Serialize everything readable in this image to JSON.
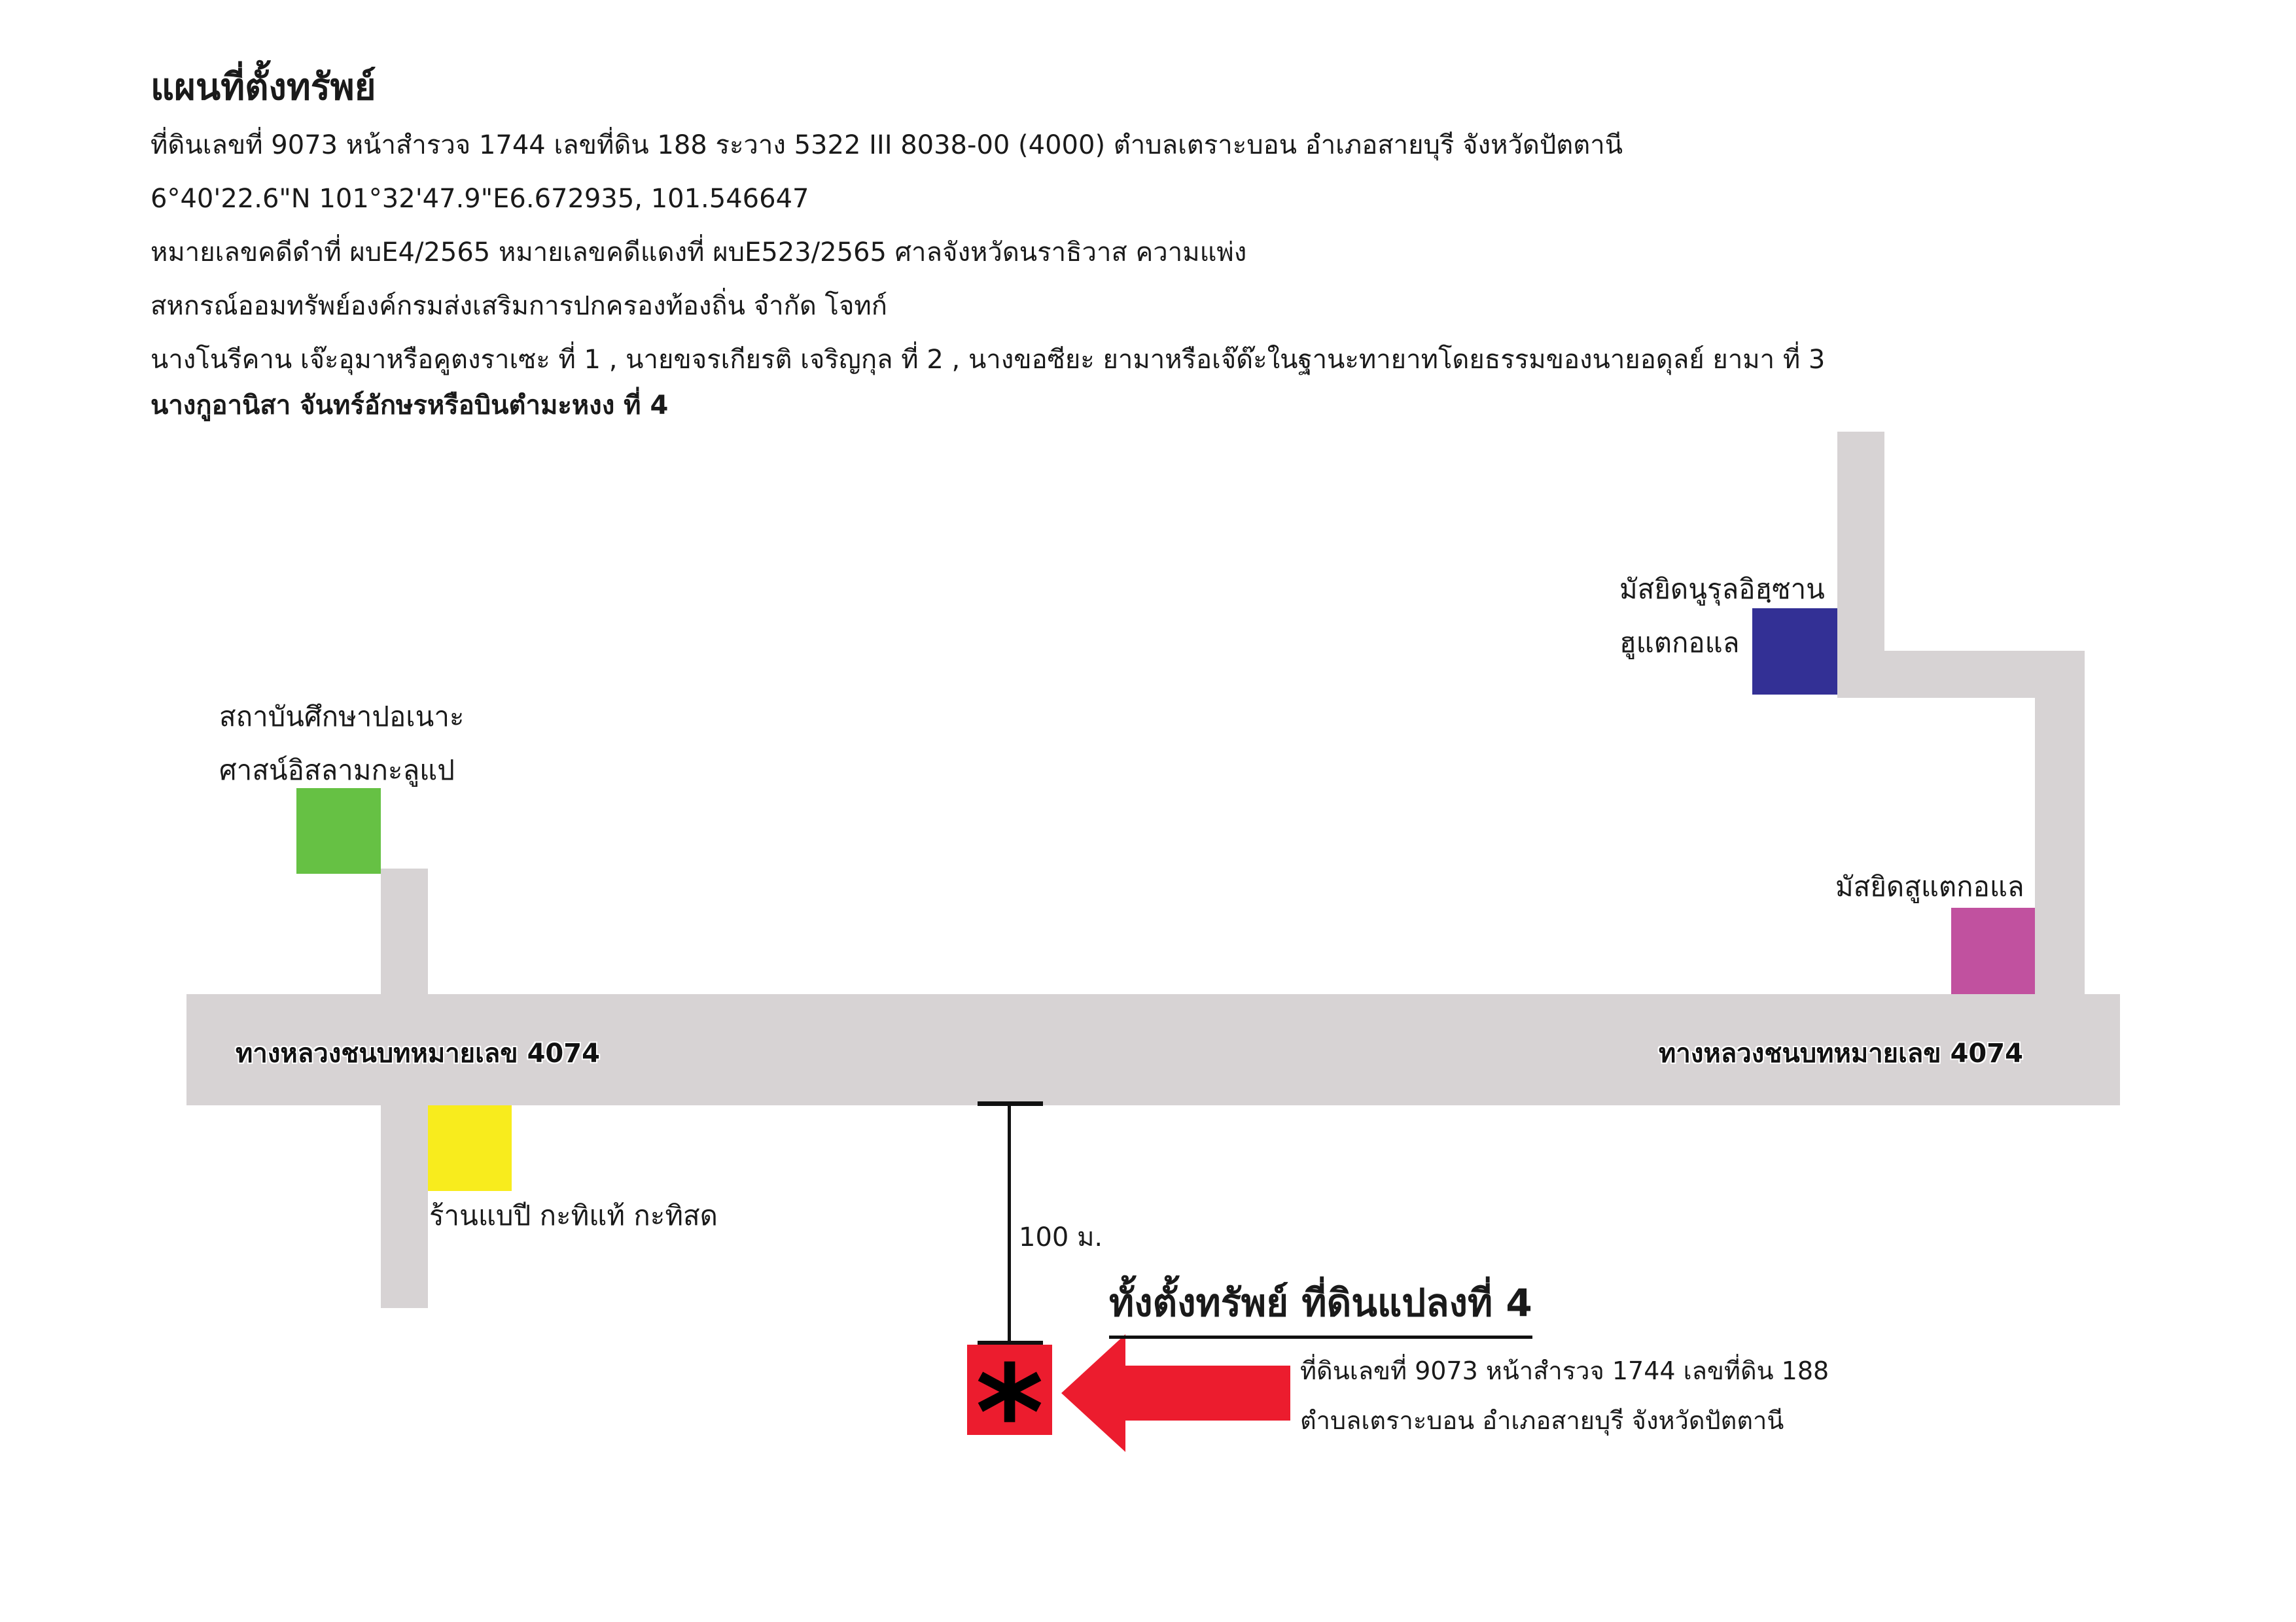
{
  "header": {
    "title": "แผนที่ตั้งทรัพย์",
    "lines": [
      "ที่ดินเลขที่ 9073 หน้าสำรวจ 1744 เลขที่ดิน 188 ระวาง 5322 III 8038-00 (4000) ตำบลเตราะบอน อำเภอสายบุรี จังหวัดปัตตานี",
      "6°40'22.6\"N 101°32'47.9\"E6.672935, 101.546647",
      "หมายเลขคดีดำที่ ผบE4/2565 หมายเลขคดีแดงที่ ผบE523/2565 ศาลจังหวัดนราธิวาส ความแพ่ง",
      "สหกรณ์ออมทรัพย์องค์กรมส่งเสริมการปกครองท้องถิ่น จำกัด  โจทก์",
      "นางโนรีคาน  เจ๊ะอุมาหรือคูตงราเซะ ที่ 1 , นายขจรเกียรติ  เจริญกุล ที่ 2 , นางขอซียะ  ยามาหรือเจ๊ด๊ะในฐานะทายาทโดยธรรมของนายอดุลย์  ยามา ที่ 3",
      "นางกูอานิสา จันทร์อักษรหรือบินตำมะหงง ที่ 4"
    ]
  },
  "map": {
    "road_color": "#d7d3d4",
    "road_label_left": "ทางหลวงชนบทหมายเลข 4074",
    "road_label_right": "ทางหลวงชนบทหมายเลข 4074",
    "landmarks": {
      "school": {
        "line1": "สถาบันศึกษาปอเนาะ",
        "line2": "ศาสน์อิสลามกะลูแป",
        "color": "#66c144"
      },
      "shop": {
        "label": "ร้านแบปี กะทิแท้ กะทิสด",
        "color": "#f8ec1d"
      },
      "mosque_north": {
        "line1": "มัสยิดนูรุลอิฮฺซาน",
        "line2": "ฮูแตกอแล",
        "color": "#333095"
      },
      "mosque_east": {
        "label": "มัสยิดสูแตกอแล",
        "color": "#c1519f"
      }
    },
    "distance": "100 ม.",
    "property": {
      "marker_symbol": "*",
      "marker_color": "#ec1c2e",
      "arrow_color": "#ec1c2e",
      "title": "ทั้งตั้งทรัพย์  ที่ดินแปลงที่ 4",
      "address_line1": "ที่ดินเลขที่ 9073 หน้าสำรวจ 1744 เลขที่ดิน 188",
      "address_line2": "ตำบลเตราะบอน อำเภอสายบุรี จังหวัดปัตตานี"
    }
  }
}
